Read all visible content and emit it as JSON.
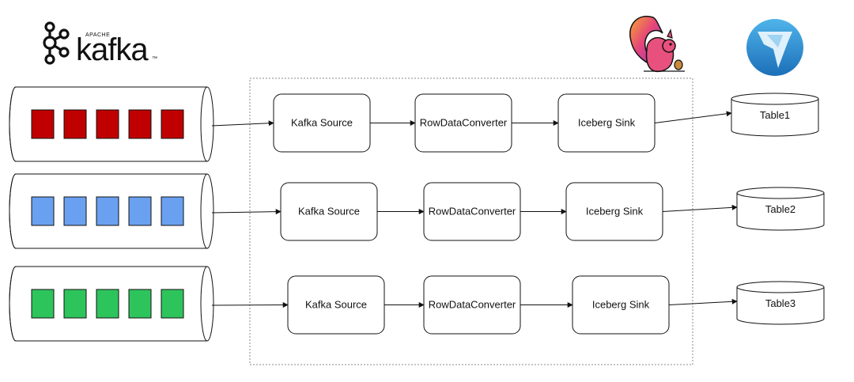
{
  "logos": {
    "kafka": {
      "line1": "APACHE",
      "line2": "kafka",
      "tm": "™"
    },
    "flink_icon": "flink-squirrel-icon",
    "iceberg_icon": "iceberg-icon"
  },
  "colors": {
    "red": "#c00000",
    "blue": "#6aa0f0",
    "green": "#2ec45c",
    "stroke": "#111111",
    "frame": "#888888"
  },
  "pipelines": [
    {
      "topic_color": "red",
      "source": "Kafka Source",
      "converter": "RowDataConverter",
      "sink": "Iceberg Sink",
      "table": "Table1"
    },
    {
      "topic_color": "blue",
      "source": "Kafka Source",
      "converter": "RowDataConverter",
      "sink": "Iceberg Sink",
      "table": "Table2"
    },
    {
      "topic_color": "green",
      "source": "Kafka Source",
      "converter": "RowDataConverter",
      "sink": "Iceberg Sink",
      "table": "Table3"
    }
  ]
}
